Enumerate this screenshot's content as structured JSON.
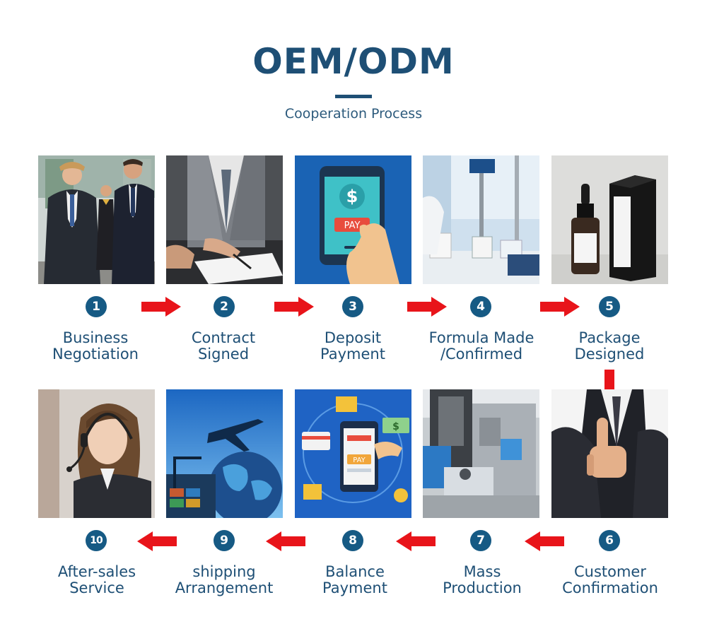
{
  "header": {
    "title": "OEM/ODM",
    "subtitle": "Cooperation Process"
  },
  "steps": [
    {
      "number": "1",
      "line1": "Business",
      "line2": "Negotiation"
    },
    {
      "number": "2",
      "line1": "Contract",
      "line2": "Signed"
    },
    {
      "number": "3",
      "line1": "Deposit",
      "line2": "Payment"
    },
    {
      "number": "4",
      "line1": "Formula Made",
      "line2": "/Confirmed"
    },
    {
      "number": "5",
      "line1": "Package",
      "line2": "Designed"
    },
    {
      "number": "6",
      "line1": "Customer",
      "line2": "Confirmation"
    },
    {
      "number": "7",
      "line1": "Mass",
      "line2": "Production"
    },
    {
      "number": "8",
      "line1": "Balance",
      "line2": "Payment"
    },
    {
      "number": "9",
      "line1": "shipping",
      "line2": "Arrangement"
    },
    {
      "number": "10",
      "line1": "After-sales",
      "line2": "Service"
    }
  ],
  "images": {
    "pay_text_1": "PAY",
    "pay_text_2": "PAY",
    "dollar_1": "$",
    "dollar_2": "$"
  },
  "colors": {
    "primary": "#1e4f75",
    "badge": "#165a84",
    "arrow": "#e8141a"
  }
}
